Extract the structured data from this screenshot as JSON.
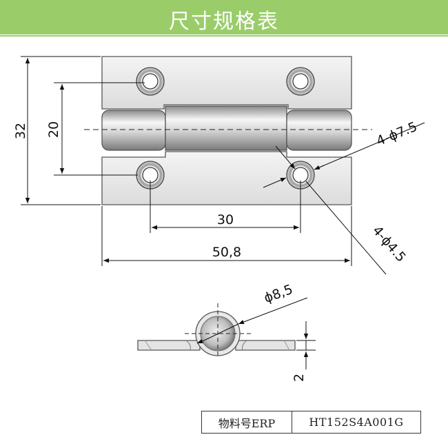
{
  "header": {
    "title": "尺寸规格表"
  },
  "dimensions": {
    "total_height": "32",
    "hole_spacing_vertical": "20",
    "hole_spacing_horizontal": "30",
    "total_width": "50,8",
    "countersink_diameter": "4-ϕ7.5",
    "hole_diameter": "4-ϕ4.5",
    "knuckle_diameter": "ϕ8,5",
    "thickness": "2"
  },
  "spec_table": {
    "label": "物料号ERP",
    "value": "HT152S4A001G"
  }
}
